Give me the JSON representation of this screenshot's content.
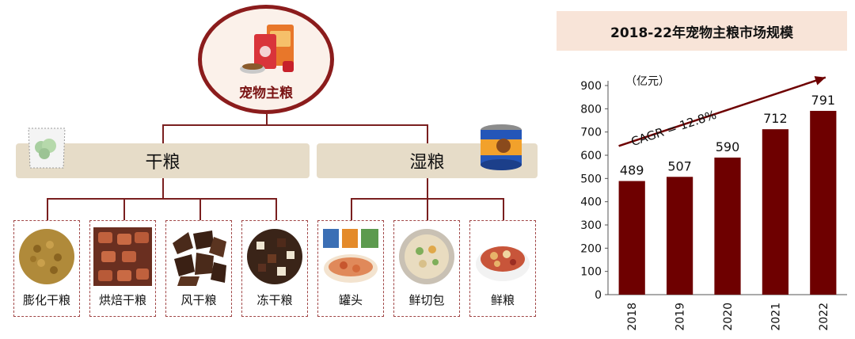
{
  "diagram": {
    "root_label": "宠物主粮",
    "categories": [
      {
        "label": "干粮",
        "items": [
          "膨化干粮",
          "烘焙干粮",
          "风干粮",
          "冻干粮"
        ]
      },
      {
        "label": "湿粮",
        "items": [
          "罐头",
          "鲜切包",
          "鲜粮"
        ]
      }
    ]
  },
  "chart_data": {
    "type": "bar",
    "title": "2018-22年宠物主粮市场规模",
    "unit_label": "（亿元）",
    "categories": [
      "2018",
      "2019",
      "2020",
      "2021",
      "2022"
    ],
    "values": [
      489,
      507,
      590,
      712,
      791
    ],
    "data_labels": [
      "489",
      "507",
      "590",
      "712",
      "791"
    ],
    "ylim": [
      0,
      900
    ],
    "yticks": [
      0,
      100,
      200,
      300,
      400,
      500,
      600,
      700,
      800,
      900
    ],
    "annotation": "CAGR = 12.8%",
    "bar_color": "#6e0000",
    "grid": false,
    "legend": "none"
  },
  "colors": {
    "accent": "#8b1c1c",
    "category_fill": "#e6dcc8",
    "title_fill": "#f8e4d8"
  }
}
